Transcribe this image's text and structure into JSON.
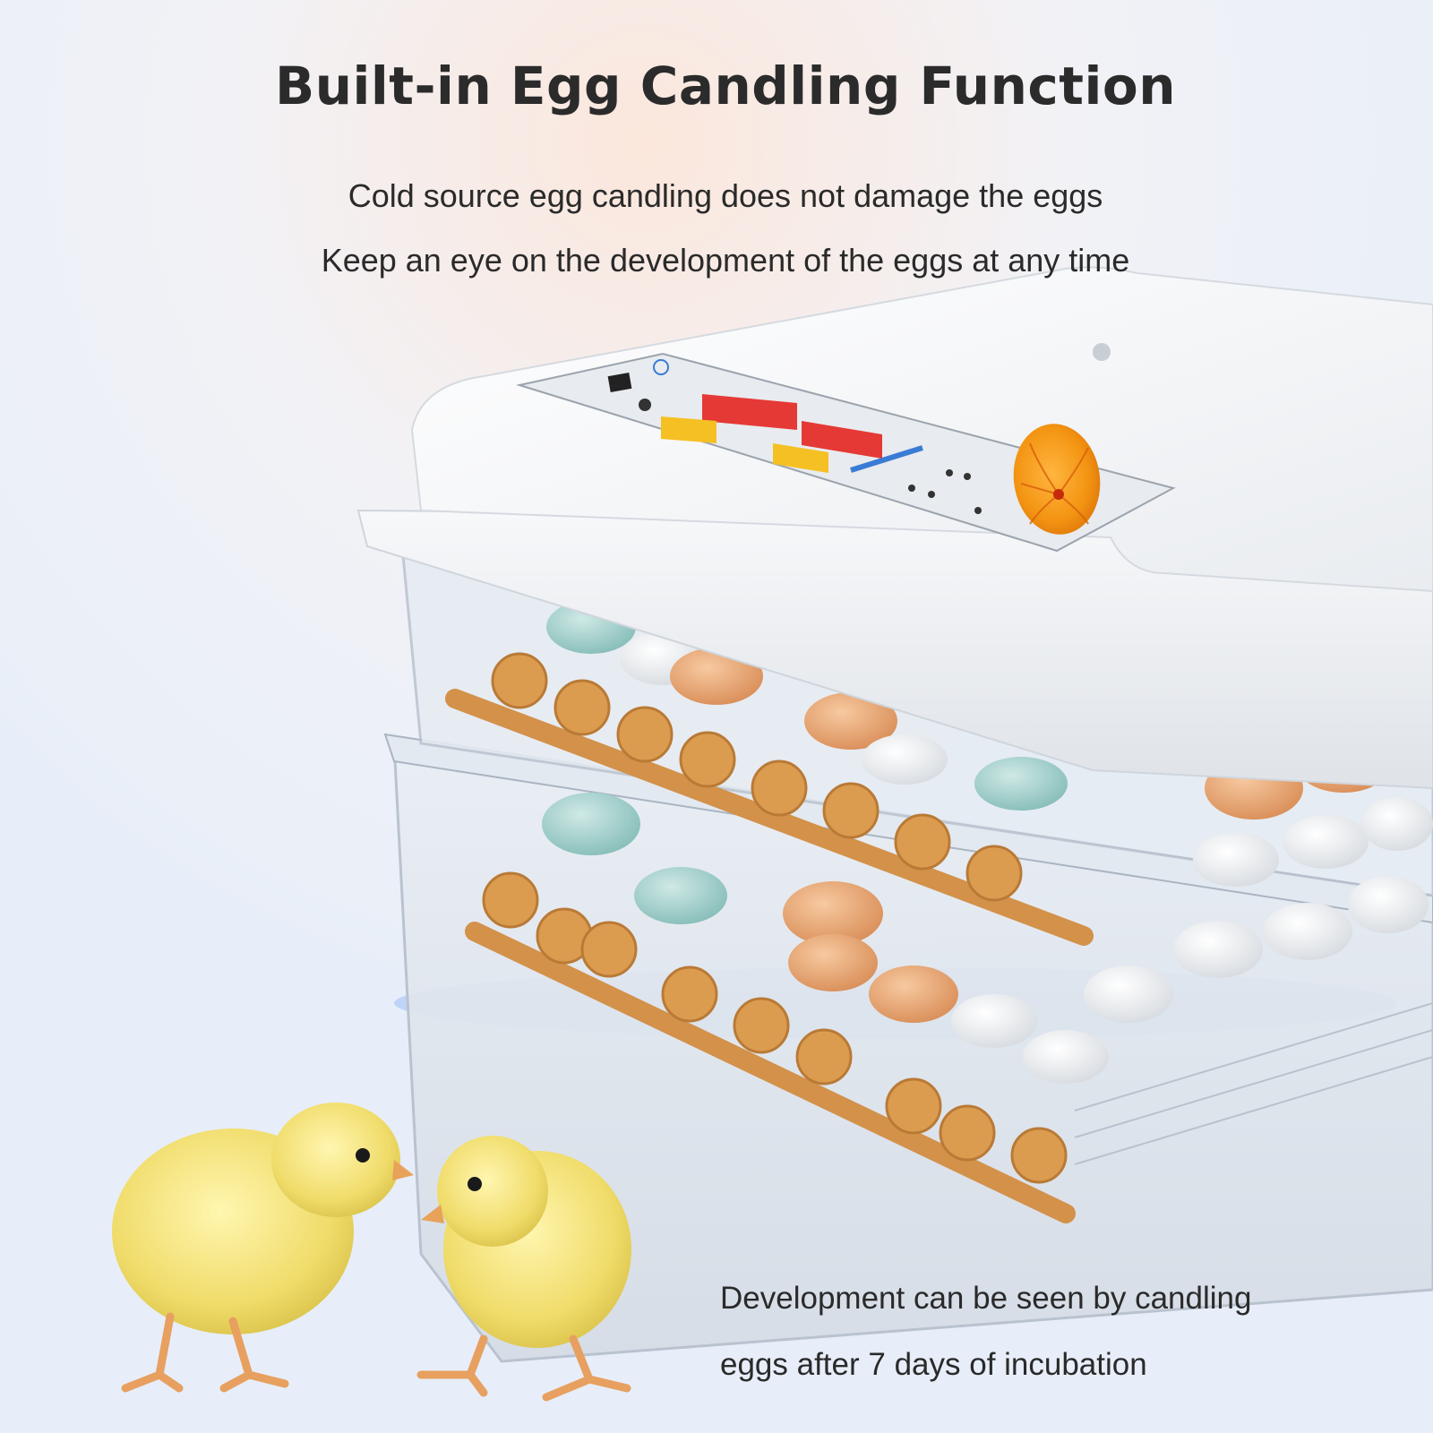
{
  "headline": "Built-in Egg Candling Function",
  "subtitle_lines": [
    "Cold source egg candling does not damage the eggs",
    "Keep an eye on the development of the eggs at any time"
  ],
  "caption_lines": [
    "Development can be seen by candling",
    "eggs after 7 days of incubation"
  ],
  "colors": {
    "text": "#2b2b2b",
    "background": "#eef3fa",
    "lid": "#f4f5f7",
    "gear_orange": "#d99a4e",
    "display_red": "#e53935",
    "display_yellow": "#f5c023",
    "candled_egg": "#f59a1c",
    "chick_yellow": "#f3e27a"
  }
}
